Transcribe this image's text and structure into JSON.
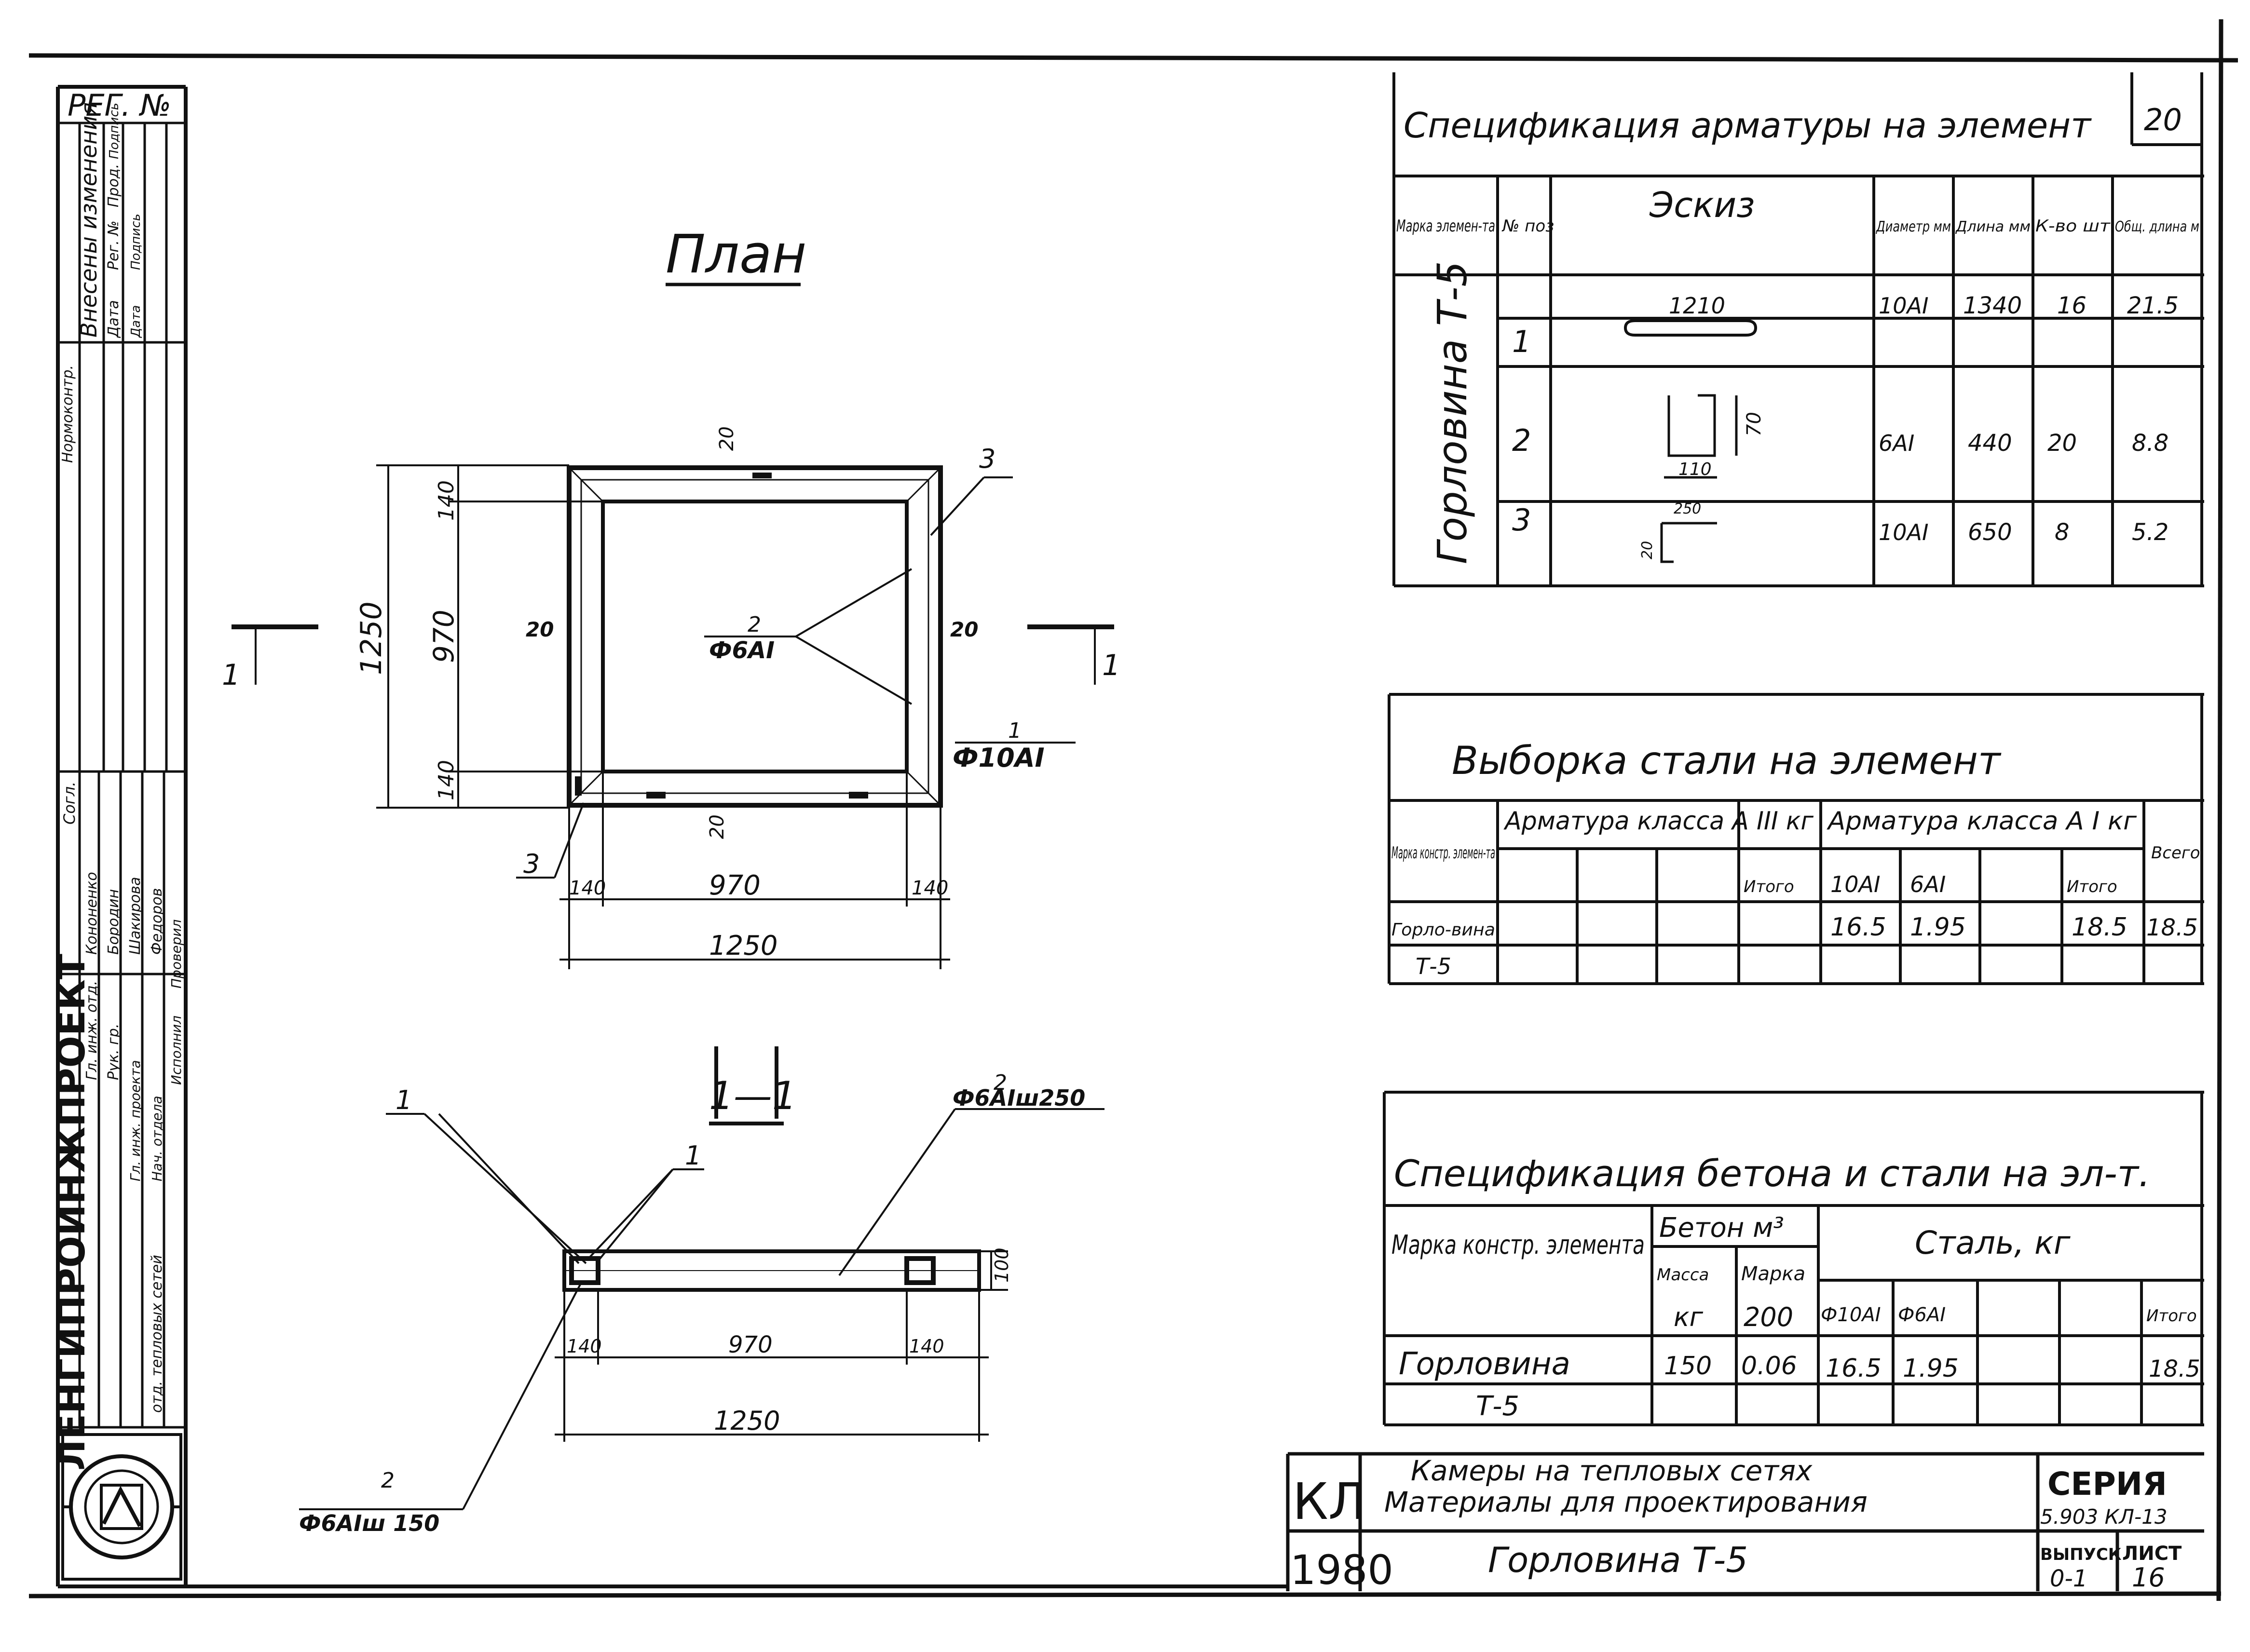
{
  "left_strip": {
    "reg_no": "РЕГ. №",
    "change_headers": [
      "Нормоконтр.",
      "Внесены изменения",
      "Дата",
      "Рег. №",
      "Прод. ",
      "Подпись",
      "Дата",
      "Подпись"
    ],
    "agreed": "Согл.",
    "org": "ЛЕНГИПРОИНЖПРОЕКТ",
    "staff_roles": [
      "Гл. инж. отд.",
      "Рук. гр.",
      "Гл. инж. проекта",
      "Нач. отдела"
    ],
    "dept_note": "отд. тепловых сетей",
    "staff_cols": [
      "Исполнил",
      "Проверил"
    ],
    "staff_names": [
      "Кононенко",
      "Бородин",
      "Шакирова",
      "Федоров"
    ]
  },
  "plan": {
    "title": "План",
    "dims": {
      "top_gap": "20",
      "bottom_gap": "20",
      "left_gap": "20",
      "right_gap": "20",
      "v_140_top": "140",
      "v_970": "970",
      "v_140_bottom": "140",
      "v_1250": "1250",
      "h_140_left": "140",
      "h_970": "970",
      "h_140_right": "140",
      "h_1250": "1250"
    },
    "callouts": {
      "c3_top": "3",
      "c3_bottom": "3",
      "c2_num": "2",
      "c2_bar": "Ф6АI",
      "c1_num": "1",
      "c1_bar": "Ф10АI"
    },
    "section_marks": [
      "1",
      "1"
    ]
  },
  "section": {
    "title": "1—1",
    "callouts": {
      "c1_left": "1",
      "c1_right": "1",
      "c2_top_num": "2",
      "c2_top_bar": "Ф6АIш250",
      "c2_bottom_num": "2",
      "c2_bottom_bar": "Ф6АIш 150"
    },
    "dims": {
      "h": "100",
      "w140_left": "140",
      "w970": "970",
      "w140_right": "140",
      "w1250": "1250"
    }
  },
  "sheet_num": "20",
  "spec_rebar": {
    "title": "Спецификация арматуры на элемент",
    "headers": {
      "mark": "Марка элемен-та",
      "pos": "№ поз",
      "sketch": "Эскиз",
      "diam": "Диаметр мм",
      "len": "Длина мм",
      "qty": "К-во шт",
      "total": "Общ. длина м"
    },
    "element": "Горловина Т-5",
    "rows": [
      {
        "pos": "1",
        "sketch_dim": "1210",
        "diam": "10АI",
        "len": "1340",
        "qty": "16",
        "total": "21.5"
      },
      {
        "pos": "2",
        "sketch_dim_a": "70",
        "sketch_dim_b": "110",
        "diam": "6АI",
        "len": "440",
        "qty": "20",
        "total": "8.8"
      },
      {
        "pos": "3",
        "sketch_dim_a": "250",
        "sketch_dim_b": "20",
        "diam": "10АI",
        "len": "650",
        "qty": "8",
        "total": "5.2"
      }
    ]
  },
  "steel_sel": {
    "title": "Выборка стали на элемент",
    "headers": {
      "mark": "Марка констр. элемен-та",
      "class3": "Арматура класса А III кг",
      "class1": "Арматура класса А I кг",
      "total": "Всего",
      "subtotal3": "Итого",
      "c10": "10АI",
      "c6": "6АI",
      "subtotal1": "Итого"
    },
    "row": {
      "mark_a": "Горло-вина",
      "mark_b": "Т-5",
      "v10": "16.5",
      "v6": "1.95",
      "subtotal": "18.5",
      "total": "18.5"
    }
  },
  "spec_concrete": {
    "title": "Спецификация бетона и стали на эл-т.",
    "headers": {
      "mark": "Марка констр. элемента",
      "concrete": "Бетон м³",
      "steel": "Сталь, кг",
      "mass": "Масса",
      "grade": "Марка",
      "kg": "кг",
      "grade_val": "200",
      "f10": "Ф10АI",
      "f6": "Ф6АI",
      "total": "Итого"
    },
    "row": {
      "mark_a": "Горловина",
      "mark_b": "Т-5",
      "mass": "150",
      "vol": "0.06",
      "f10": "16.5",
      "f6": "1.95",
      "total": "18.5"
    }
  },
  "title_block": {
    "code": "КЛ",
    "year": "1980",
    "line1": "Камеры на тепловых сетях",
    "line2": "Материалы для проектирования",
    "line3": "Горловина Т-5",
    "series_label": "СЕРИЯ",
    "series_value": "5.903 КЛ-13",
    "issue_label": "ВЫПУСК",
    "issue_value": "0-1",
    "sheet_label": "ЛИСТ",
    "sheet_value": "16"
  }
}
